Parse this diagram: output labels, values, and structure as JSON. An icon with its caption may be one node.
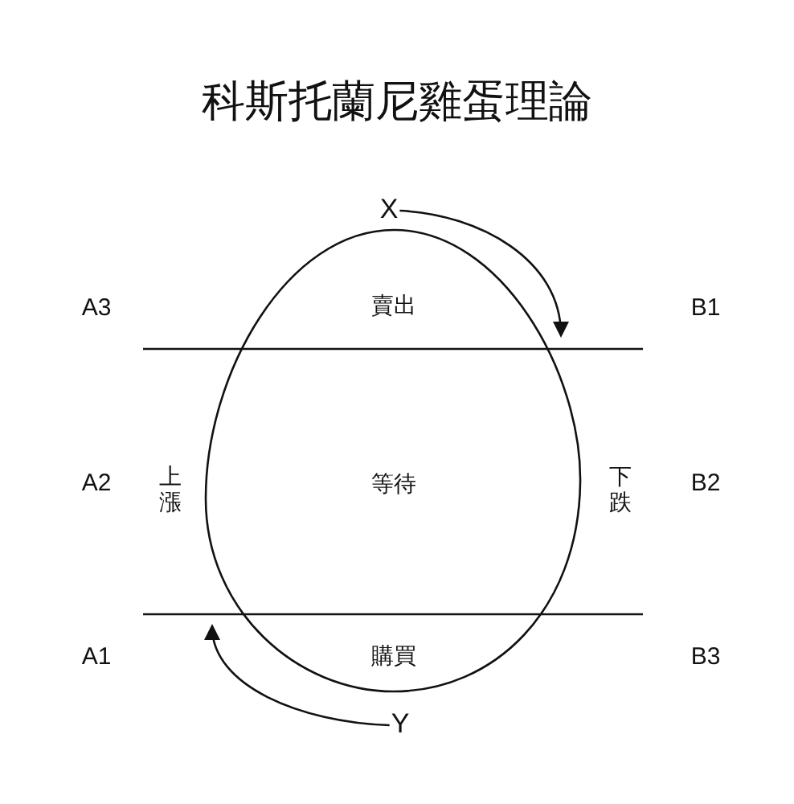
{
  "diagram": {
    "title": "科斯托蘭尼雞蛋理論",
    "nodes": [
      {
        "text": [
          "賣出",
          "等待",
          "購買"
        ]
      },
      {
        "text": [
          "X"
        ]
      },
      {
        "text": [
          "Y"
        ]
      }
    ],
    "edges": [
      {
        "from": 1,
        "to": 0,
        "arrow": "to"
      },
      {
        "from": 2,
        "to": 0,
        "arrow": "to"
      }
    ],
    "labels": [
      "A3",
      "B1",
      "A2",
      "上漲",
      "下跌",
      "B2",
      "A1",
      "B3"
    ]
  }
}
